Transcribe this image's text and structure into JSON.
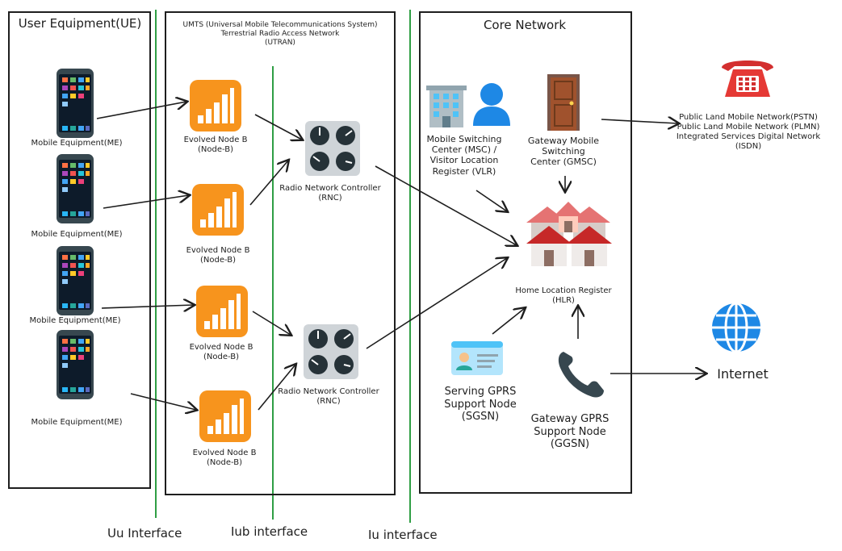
{
  "ue": {
    "title": "User Equipment(UE)",
    "devices": [
      {
        "label": "Mobile Equipment(ME)",
        "icon": "smartphone-icon"
      },
      {
        "label": "Mobile Equipment(ME)",
        "icon": "smartphone-icon"
      },
      {
        "label": "Mobile Equipment(ME)",
        "icon": "smartphone-icon"
      },
      {
        "label": "Mobile Equipment(ME)",
        "icon": "smartphone-icon"
      }
    ]
  },
  "utran": {
    "title": "UMTS (Universal Mobile Telecommunications System)\nTerrestrial Radio Access Network\n(UTRAN)",
    "nodes": [
      {
        "label": "Evolved Node B\n(Node-B)",
        "icon": "signal-bars-icon"
      },
      {
        "label": "Evolved Node B\n(Node-B)",
        "icon": "signal-bars-icon"
      },
      {
        "label": "Evolved Node B\n(Node-B)",
        "icon": "signal-bars-icon"
      },
      {
        "label": "Evolved Node B\n(Node-B)",
        "icon": "signal-bars-icon"
      }
    ],
    "controllers": [
      {
        "label": "Radio Network Controller\n(RNC)",
        "icon": "control-knobs-icon"
      },
      {
        "label": "Radio Network Controller\n(RNC)",
        "icon": "control-knobs-icon"
      }
    ]
  },
  "core": {
    "title": "Core Network",
    "msc": "Mobile Switching\nCenter (MSC) /\nVisitor Location\nRegister (VLR)",
    "gmsc": "Gateway Mobile\nSwitching\nCenter (GMSC)",
    "hlr": "Home Location Register\n(HLR)",
    "sgsn": "Serving GPRS\nSupport Node\n(SGSN)",
    "ggsn": "Gateway GPRS\nSupport Node\n(GGSN)"
  },
  "external": {
    "pstn": "Public Land Mobile Network(PSTN)\nPublic Land Mobile Network (PLMN)\nIntegrated Services Digital Network\n(ISDN)",
    "internet": "Internet"
  },
  "interfaces": {
    "uu": "Uu Interface",
    "iub": "Iub interface",
    "iu": "Iu interface"
  },
  "colors": {
    "stroke": "#1e1e1e",
    "interface_line": "#2f9e44",
    "signal_orange": "#f7941d",
    "globe_blue": "#1e88e5",
    "phone_red": "#d32f2f"
  }
}
